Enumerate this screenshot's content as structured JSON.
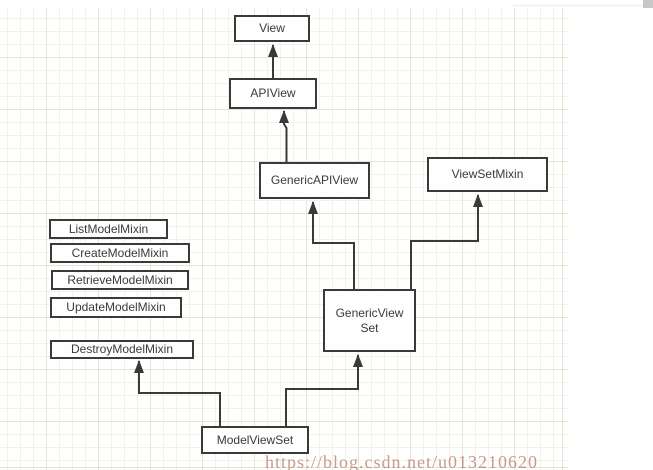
{
  "diagram": {
    "nodes": [
      {
        "id": "view",
        "label": "View"
      },
      {
        "id": "apiview",
        "label": "APIView"
      },
      {
        "id": "generic-api-view",
        "label": "GenericAPIView"
      },
      {
        "id": "viewset-mixin",
        "label": "ViewSetMixin"
      },
      {
        "id": "list-model-mixin",
        "label": "ListModelMixin"
      },
      {
        "id": "create-model-mixin",
        "label": "CreateModelMixin"
      },
      {
        "id": "retrieve-model-mixin",
        "label": "RetrieveModelMixin"
      },
      {
        "id": "update-model-mixin",
        "label": "UpdateModelMixin"
      },
      {
        "id": "destroy-model-mixin",
        "label": "DestroyModelMixin"
      },
      {
        "id": "generic-view-set",
        "label": "GenericViewSet",
        "lines": {
          "0": "GenericView",
          "1": "Set"
        }
      },
      {
        "id": "model-view-set",
        "label": "ModelViewSet"
      }
    ],
    "edges": [
      {
        "from": "APIView",
        "to": "View"
      },
      {
        "from": "GenericAPIView",
        "to": "APIView"
      },
      {
        "from": "GenericViewSet",
        "to": "GenericAPIView"
      },
      {
        "from": "GenericViewSet",
        "to": "ViewSetMixin"
      },
      {
        "from": "ModelViewSet",
        "to": "DestroyModelMixin"
      },
      {
        "from": "ModelViewSet",
        "to": "GenericViewSet"
      }
    ],
    "colors": {
      "node_border": "#3a3a3a",
      "node_text": "#3a3a3a",
      "connector": "#3a3a3a",
      "grid_minor": "#f4f1ec",
      "grid_major": "#e8e3d8"
    }
  },
  "watermark": {
    "text": "https://blog.csdn.net/u013210620",
    "color": "#b47a6a"
  }
}
